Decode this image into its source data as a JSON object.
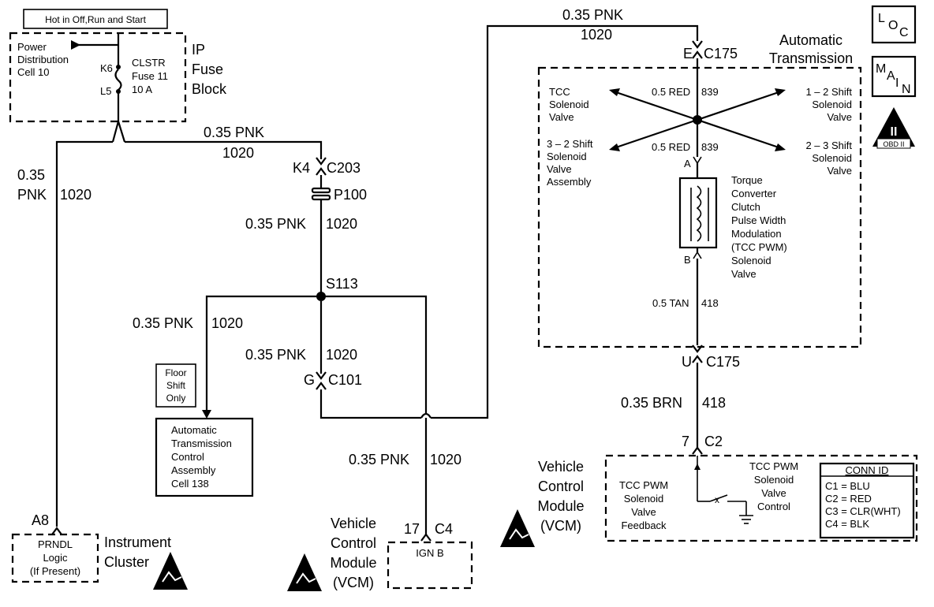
{
  "header": {
    "hot_label": "Hot in Off,Run and Start"
  },
  "fuse_block": {
    "pdc_line1": "Power",
    "pdc_line2": "Distribution",
    "pdc_line3": "Cell 10",
    "pin_k6": "K6",
    "pin_l5": "L5",
    "fuse_line1": "CLSTR",
    "fuse_line2": "Fuse 11",
    "fuse_line3": "10 A",
    "title_line1": "IP",
    "title_line2": "Fuse",
    "title_line3": "Block"
  },
  "wires": {
    "top_pnk": "0.35 PNK",
    "top_num": "1020",
    "left_size": "0.35",
    "left_color": "PNK",
    "left_num": "1020",
    "mid_pnk": "0.35 PNK",
    "mid_num": "1020",
    "s113_left_pnk": "0.35 PNK",
    "s113_left_num": "1020",
    "s113_down_pnk": "0.35 PNK",
    "s113_down_num": "1020",
    "vcm_pnk": "0.35 PNK",
    "vcm_num": "1020",
    "right_top_pnk": "0.35 PNK",
    "right_top_num": "1020",
    "brn": "0.35 BRN",
    "brn_num": "418",
    "red_top": "0.5 RED",
    "red_top_num": "839",
    "red_bot": "0.5 RED",
    "red_bot_num": "839",
    "tan": "0.5 TAN",
    "tan_num": "418"
  },
  "connectors": {
    "k4": "K4",
    "c203": "C203",
    "p100": "P100",
    "s113": "S113",
    "g": "G",
    "c101": "C101",
    "a8": "A8",
    "pin17": "17",
    "c4": "C4",
    "e": "E",
    "c175_top": "C175",
    "u": "U",
    "c175_bot": "C175",
    "pin7": "7",
    "c2": "C2",
    "pin_a": "A",
    "pin_b": "B"
  },
  "components": {
    "floor_line1": "Floor",
    "floor_line2": "Shift",
    "floor_line3": "Only",
    "atc_line1": "Automatic",
    "atc_line2": "Transmission",
    "atc_line3": "Control",
    "atc_line4": "Assembly",
    "atc_line5": "Cell 138",
    "prndl_line1": "PRNDL",
    "prndl_line2": "Logic",
    "prndl_line3": "(If Present)",
    "ic_line1": "Instrument",
    "ic_line2": "Cluster",
    "vcm_line1": "Vehicle",
    "vcm_line2": "Control",
    "vcm_line3": "Module",
    "vcm_line4": "(VCM)",
    "ign_b": "IGN B",
    "vcm2_line1": "Vehicle",
    "vcm2_line2": "Control",
    "vcm2_line3": "Module",
    "vcm2_line4": "(VCM)",
    "at_line1": "Automatic",
    "at_line2": "Transmission",
    "tcc_line1": "TCC",
    "tcc_line2": "Solenoid",
    "tcc_line3": "Valve",
    "s32_line1": "3 – 2 Shift",
    "s32_line2": "Solenoid",
    "s32_line3": "Valve",
    "s32_line4": "Assembly",
    "s12_line1": "1 – 2 Shift",
    "s12_line2": "Solenoid",
    "s12_line3": "Valve",
    "s23_line1": "2 – 3 Shift",
    "s23_line2": "Solenoid",
    "s23_line3": "Valve",
    "tcc_pwm_line1": "Torque",
    "tcc_pwm_line2": "Converter",
    "tcc_pwm_line3": "Clutch",
    "tcc_pwm_line4": "Pulse Width",
    "tcc_pwm_line5": "Modulation",
    "tcc_pwm_line6": "(TCC PWM)",
    "tcc_pwm_line7": "Solenoid",
    "tcc_pwm_line8": "Valve",
    "fb_line1": "TCC PWM",
    "fb_line2": "Solenoid",
    "fb_line3": "Valve",
    "fb_line4": "Feedback",
    "ctl_line1": "TCC PWM",
    "ctl_line2": "Solenoid",
    "ctl_line3": "Valve",
    "ctl_line4": "Control"
  },
  "conn_id": {
    "title": "CONN ID",
    "rows": [
      "C1 = BLU",
      "C2 = RED",
      "C3 = CLR(WHT)",
      "C4 = BLK"
    ]
  },
  "badges": {
    "loc_l": "L",
    "loc_o": "O",
    "loc_c": "C",
    "main_m": "M",
    "main_a": "A",
    "main_i": "I",
    "main_n": "N",
    "obd_ii": "II",
    "obd_text": "OBD II"
  }
}
